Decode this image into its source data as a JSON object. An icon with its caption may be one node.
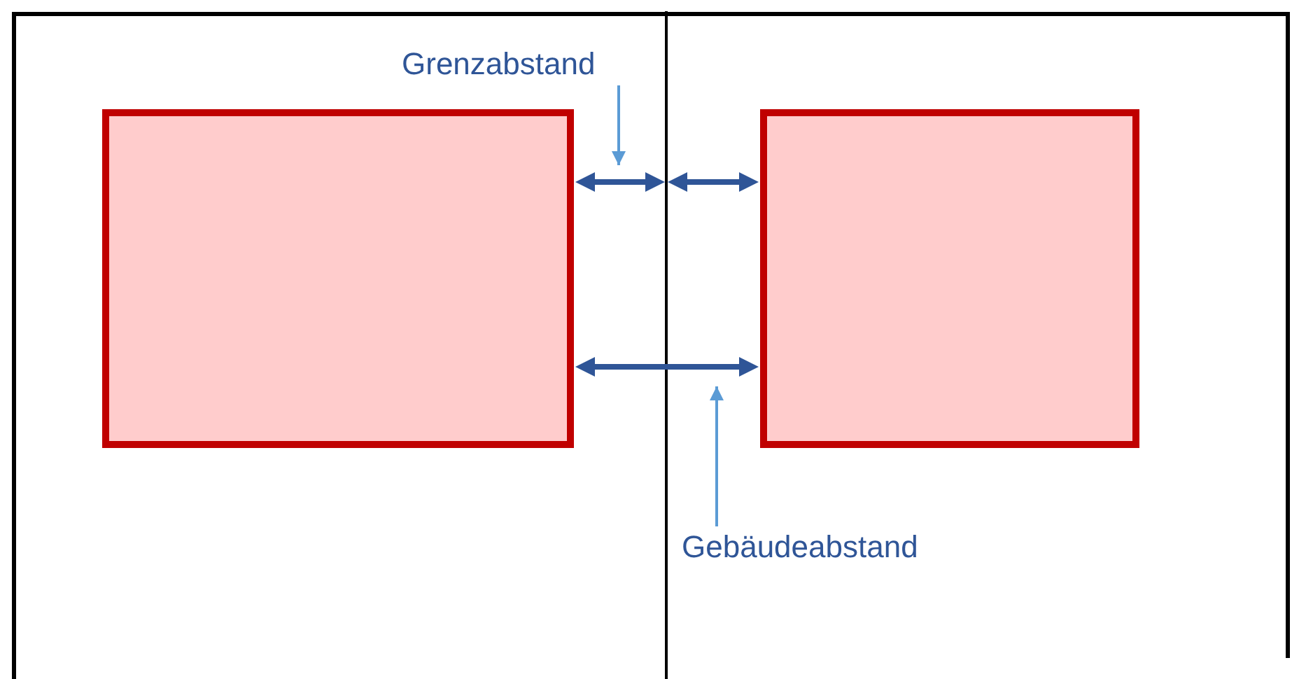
{
  "diagram": {
    "nodes": [
      {
        "text": [
          "Grenzabstand"
        ]
      },
      {
        "text": [
          "Gebäudeabstand"
        ]
      }
    ],
    "edges": [
      {
        "from": 0,
        "to": null,
        "arrow": "to"
      },
      {
        "from": 1,
        "to": null,
        "arrow": "to"
      }
    ]
  }
}
